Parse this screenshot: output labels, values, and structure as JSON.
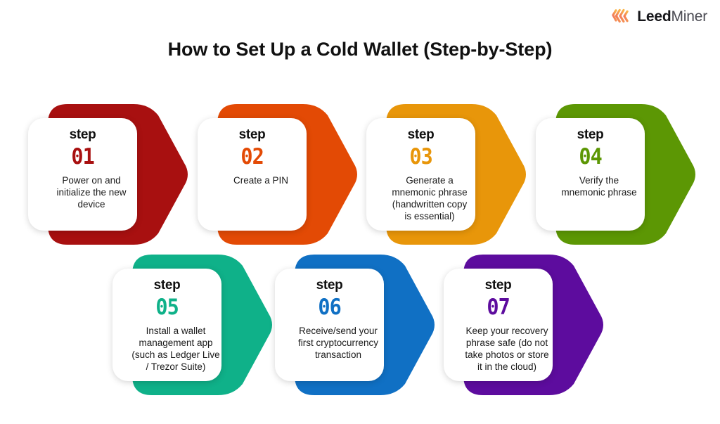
{
  "brand": {
    "name_strong": "Leed",
    "name_light": "Miner",
    "logo_gradient_from": "#f0695f",
    "logo_gradient_to": "#f9b44a"
  },
  "header": {
    "title": "How to Set Up a Cold Wallet (Step-by-Step)"
  },
  "steps": {
    "label": "step",
    "items": [
      {
        "number": "01",
        "label": "step",
        "description": "Power on and\ninitialize the new\ndevice",
        "color": "#A81010",
        "row": 0,
        "col": 0
      },
      {
        "number": "02",
        "label": "step",
        "description": "Create a PIN",
        "color": "#E34A05",
        "row": 0,
        "col": 1
      },
      {
        "number": "03",
        "label": "step",
        "description": "Generate a\nmnemonic phrase\n(handwritten copy\nis essential)",
        "color": "#E8960A",
        "row": 0,
        "col": 2
      },
      {
        "number": "04",
        "label": "step",
        "description": "Verify the\nmnemonic phrase",
        "color": "#5C9704",
        "row": 0,
        "col": 3
      },
      {
        "number": "05",
        "label": "step",
        "description": "Install a wallet\nmanagement app\n(such as Ledger Live\n/ Trezor Suite)",
        "color": "#0FB189",
        "row": 1,
        "col": 0
      },
      {
        "number": "06",
        "label": "step",
        "description": "Receive/send your\nfirst cryptocurrency\ntransaction",
        "color": "#1070C4",
        "row": 1,
        "col": 1
      },
      {
        "number": "07",
        "label": "step",
        "description": "Keep your recovery\nphrase safe (do not\ntake photos or store\nit in the cloud)",
        "color": "#5D0C9E",
        "row": 1,
        "col": 2
      }
    ]
  }
}
